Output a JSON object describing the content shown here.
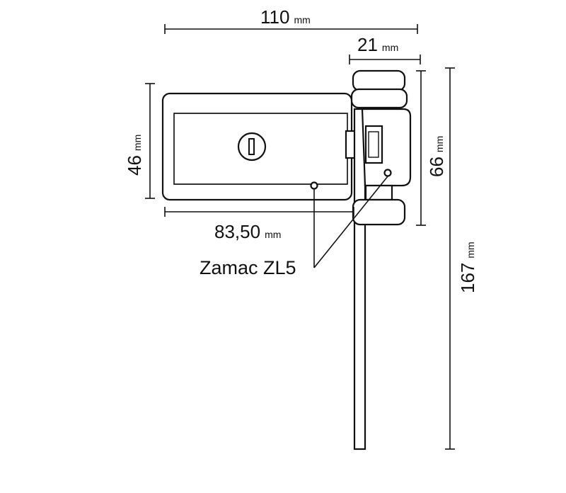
{
  "dimensions": {
    "total_width": {
      "value": "110",
      "unit": "mm"
    },
    "depth": {
      "value": "21",
      "unit": "mm"
    },
    "height": {
      "value": "46",
      "unit": "mm"
    },
    "body_width": {
      "value": "83,50",
      "unit": "mm"
    },
    "knob_height": {
      "value": "66",
      "unit": "mm"
    },
    "bar_length": {
      "value": "167",
      "unit": "mm"
    }
  },
  "material_label": "Zamac ZL5"
}
